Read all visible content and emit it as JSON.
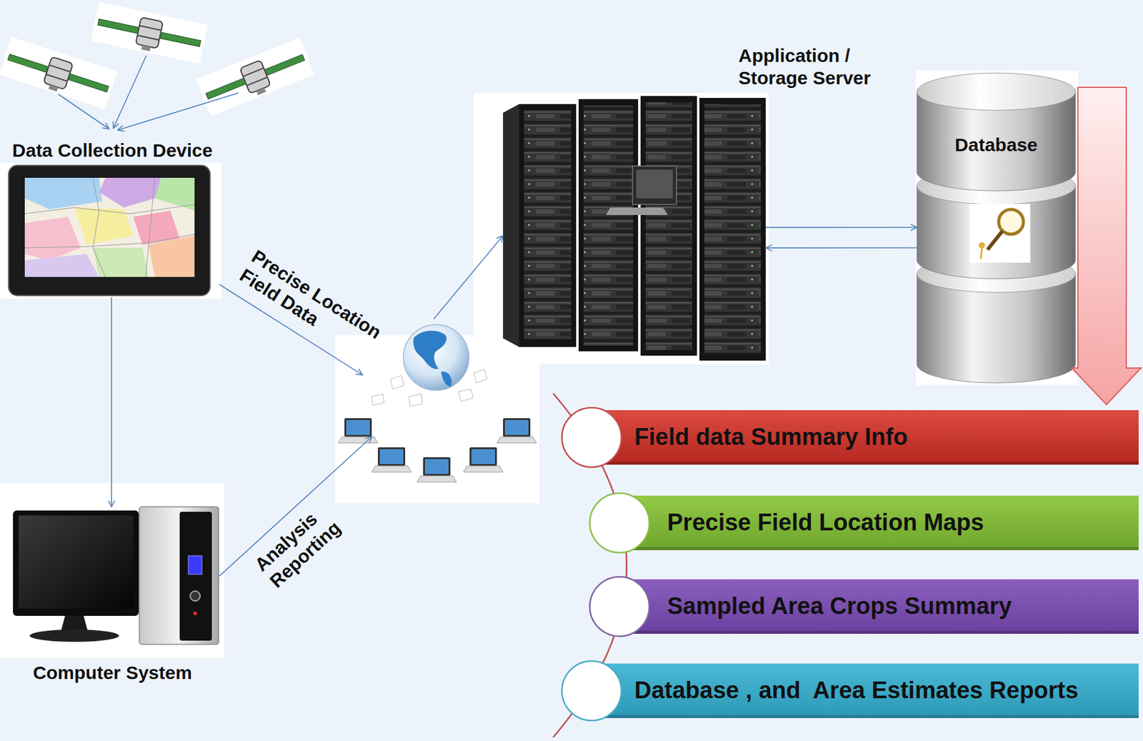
{
  "diagram": {
    "nodes": [
      {
        "text": [
          "Data Collection Device"
        ]
      },
      {
        "text": [
          "Application / Storage Server"
        ]
      },
      {
        "text": [
          "Database"
        ]
      },
      {
        "text": []
      },
      {
        "text": [
          "Field data Summary Info"
        ]
      },
      {
        "text": [
          "Precise Field Location Maps"
        ]
      },
      {
        "text": [
          "Sampled Area Crops Summary"
        ]
      },
      {
        "text": [
          "Database , and  Area Estimates Reports"
        ]
      },
      {
        "text": [
          "Computer System"
        ]
      }
    ],
    "edges": [
      {
        "from": 0,
        "to": 8,
        "arrow": "to"
      },
      {
        "from": 0,
        "to": 3,
        "label": "Precise Location Field Data",
        "arrow": "to"
      },
      {
        "from": 8,
        "to": 3,
        "label": "Analysis Reporting",
        "arrow": "to"
      },
      {
        "from": 3,
        "to": 1,
        "arrow": "to"
      },
      {
        "from": 1,
        "to": 2,
        "arrow": "to"
      },
      {
        "from": 2,
        "to": 1,
        "arrow": "to"
      }
    ]
  }
}
